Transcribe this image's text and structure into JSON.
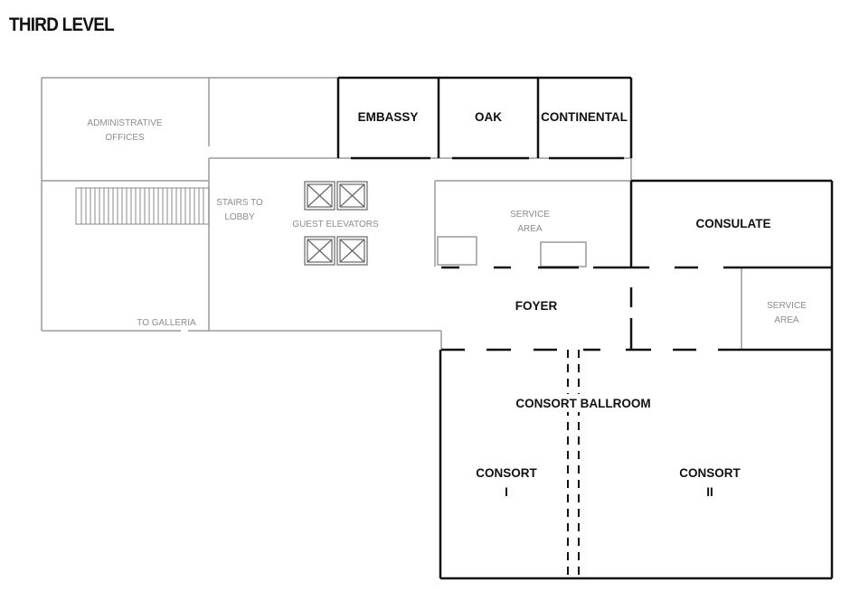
{
  "title": "THIRD LEVEL",
  "rooms": {
    "administrative_offices": [
      "ADMINISTRATIVE",
      "OFFICES"
    ],
    "embassy": "EMBASSY",
    "oak": "OAK",
    "continental": "CONTINENTAL",
    "stairs_to_lobby": [
      "STAIRS TO",
      "LOBBY"
    ],
    "guest_elevators": "GUEST ELEVATORS",
    "service_area_center": [
      "SERVICE",
      "AREA"
    ],
    "consulate": "CONSULATE",
    "foyer": "FOYER",
    "service_area_right": [
      "SERVICE",
      "AREA"
    ],
    "to_galleria": "TO GALLERIA",
    "consort_ballroom": "CONSORT BALLROOM",
    "consort_1": [
      "CONSORT",
      "I"
    ],
    "consort_2": [
      "CONSORT",
      "II"
    ]
  }
}
